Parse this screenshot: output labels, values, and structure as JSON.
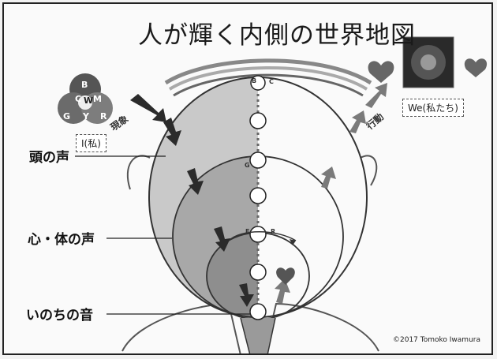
{
  "title": "人が輝く内側の世界地図",
  "labels": {
    "head_voice": "頭の声",
    "heart_body_voice": "心・体の声",
    "life_sound": "いのちの音"
  },
  "boxes": {
    "i_self": "I(私)",
    "we_us": "We(私たち)"
  },
  "arrows": {
    "phenomenon": "現象",
    "action": "行動"
  },
  "venn_letters": [
    "B",
    "C",
    "W",
    "M",
    "G",
    "Y",
    "R"
  ],
  "spine_letters": [
    "B",
    "C",
    "G",
    "F",
    "R"
  ],
  "copyright": "©2017  Tomoko Iwamura",
  "colors": {
    "outer_gray": "#c4c4c4",
    "middle_gray": "#a6a6a6",
    "inner_gray": "#8c8c8c",
    "arrow_dark": "#2b2b2b",
    "arrow_gray": "#7a7a7a"
  }
}
